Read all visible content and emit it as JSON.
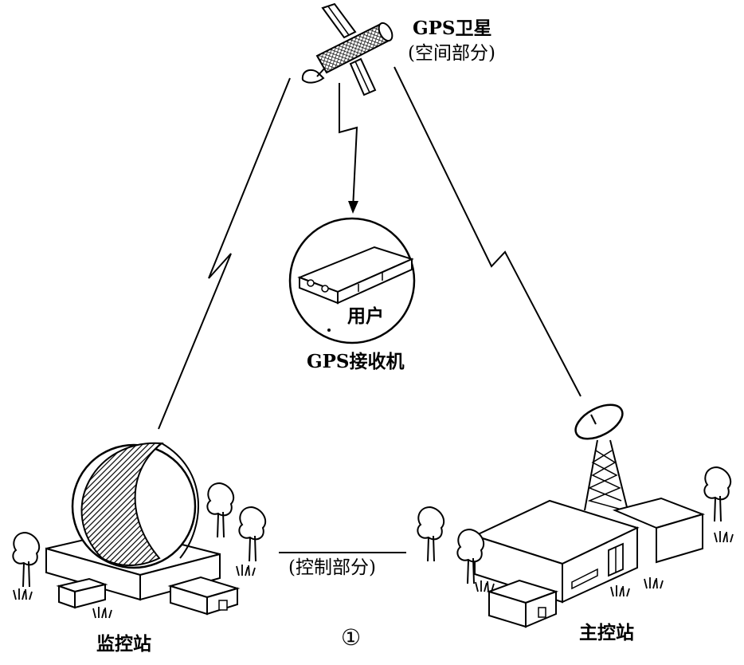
{
  "labels": {
    "satellite_title": "GPS卫星",
    "satellite_subtitle": "(空间部分)",
    "user": "用户",
    "receiver": "GPS接收机",
    "control_part": "(控制部分)",
    "monitor_station": "监控站",
    "master_station": "主控站",
    "figure_number": "①"
  },
  "icons": {
    "satellite": "satellite-icon",
    "receiver": "gps-receiver-device-icon",
    "monitor": "radome-monitor-station-icon",
    "master": "antenna-tower-master-station-icon",
    "trees": "tree-icon"
  },
  "colors": {
    "line": "#000000",
    "background": "#ffffff"
  }
}
